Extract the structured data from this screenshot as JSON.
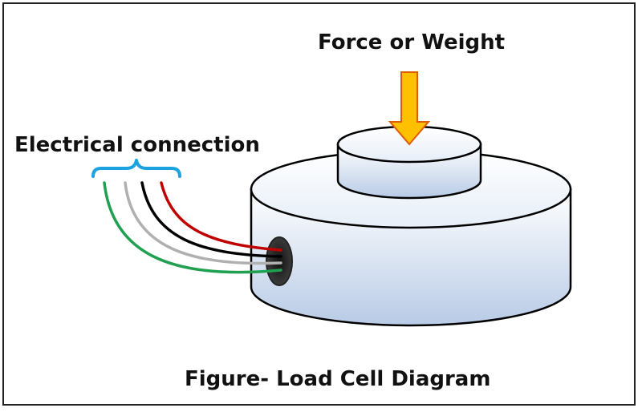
{
  "diagram": {
    "force_label": "Force or Weight",
    "electrical_label": "Electrical connection",
    "caption": "Figure- Load Cell Diagram"
  },
  "colors": {
    "arrow_fill": "#ffc000",
    "arrow_stroke": "#e05a00",
    "brace": "#1aa3e0",
    "wire_red": "#c00000",
    "wire_black": "#000000",
    "wire_gray": "#b0b0b0",
    "wire_green": "#20a050",
    "body_top": "#ffffff",
    "body_bottom": "#b8cbe6"
  }
}
